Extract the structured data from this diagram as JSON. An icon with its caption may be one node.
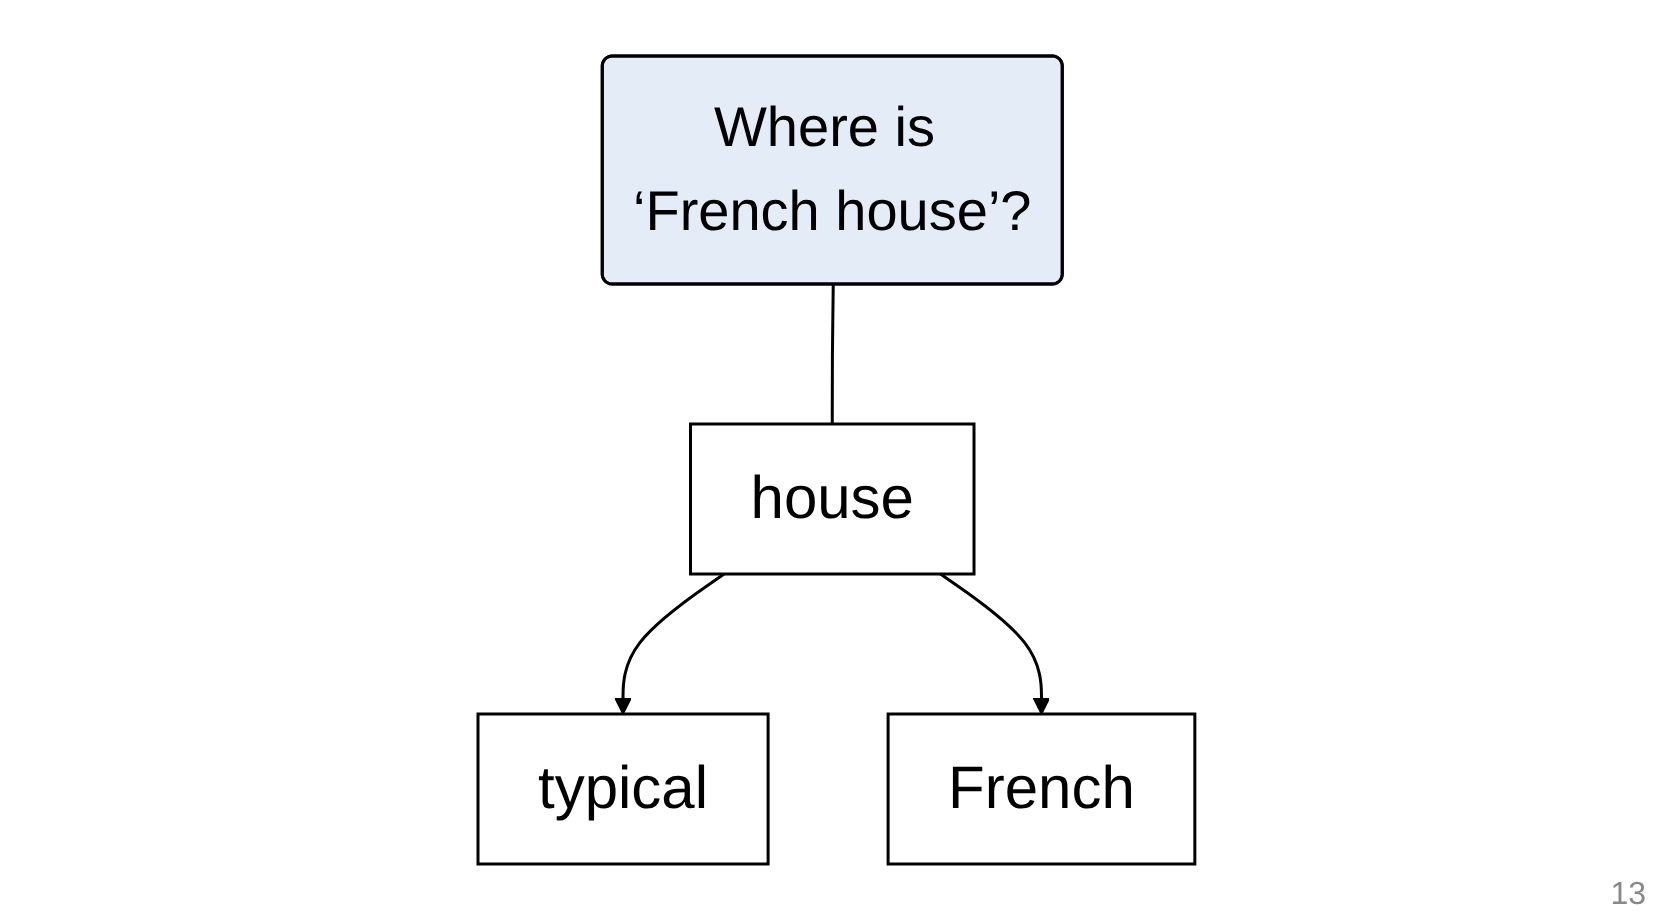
{
  "diagram": {
    "nodes": [
      {
        "text": [
          "Where is ‘French house’?"
        ]
      },
      {
        "text": [
          "typical"
        ]
      },
      {
        "text": [
          "French"
        ]
      },
      {
        "text": [
          "house"
        ]
      }
    ],
    "edges": [
      {
        "from": 0,
        "to": 3,
        "arrow": "none"
      },
      {
        "from": 3,
        "to": 1,
        "arrow": "to"
      },
      {
        "from": 3,
        "to": 2,
        "arrow": "to"
      }
    ],
    "labels": [
      "13"
    ]
  }
}
